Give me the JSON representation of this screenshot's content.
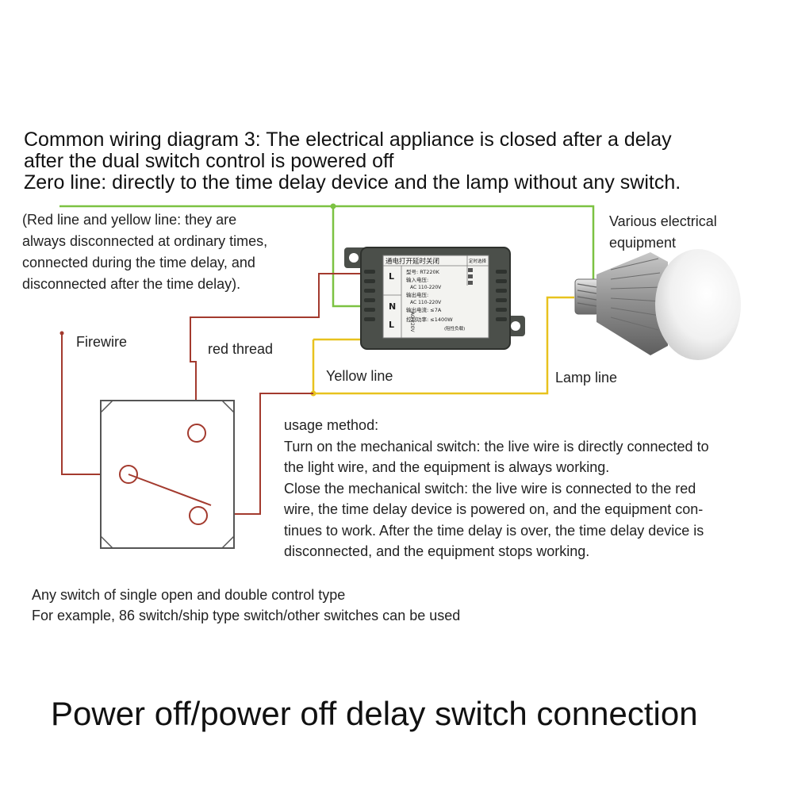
{
  "header": {
    "line1": "Common wiring diagram 3: The electrical appliance is closed after a delay",
    "line2": "after the dual switch control is powered off",
    "line3": "Zero line: directly to the time delay device and the lamp without any switch."
  },
  "note": {
    "lines": [
      "(Red line and yellow line: they are",
      "always disconnected at ordinary times,",
      "connected during the time delay, and",
      "disconnected after the time delay)."
    ]
  },
  "equipment_label": {
    "lines": [
      "Various electrical",
      "equipment"
    ]
  },
  "labels": {
    "firewire": "Firewire",
    "red_thread": "red thread",
    "yellow_line": "Yellow line",
    "lamp_line": "Lamp line"
  },
  "usage": {
    "lines": [
      "usage method:",
      "Turn on the mechanical switch: the live wire is directly connected to",
      "the light wire, and the equipment is always working.",
      "Close the mechanical switch: the live wire is connected to the red",
      "wire, the time delay device is powered on, and the equipment con-",
      "tinues to work. After the time delay is over, the time delay device is",
      "disconnected, and the equipment stops working."
    ]
  },
  "footer": {
    "lines": [
      "Any switch of single open and double control type",
      "For example, 86 switch/ship type switch/other switches can be used"
    ]
  },
  "title": "Power off/power off delay switch connection",
  "device": {
    "header": "通电打开延时关闭",
    "corner": "定时选择",
    "model": "型号: RT220K",
    "input_voltage": "输入电压:",
    "input_range": "AC 110-220V",
    "output_voltage": "输出电压:",
    "output_range": "AC 110-220V",
    "output_current": "输出电流: ≤7A",
    "power": "控制功率: ≤1400W",
    "power_note": "(阻性负载)",
    "term_l": "L",
    "term_n": "N",
    "term_l2": "L",
    "ac_label": "AC 220V"
  },
  "colors": {
    "green_wire": "#7cc242",
    "yellow_wire": "#e8c21e",
    "red_wire": "#a33a2e",
    "device_body": "#4b4f4a"
  }
}
